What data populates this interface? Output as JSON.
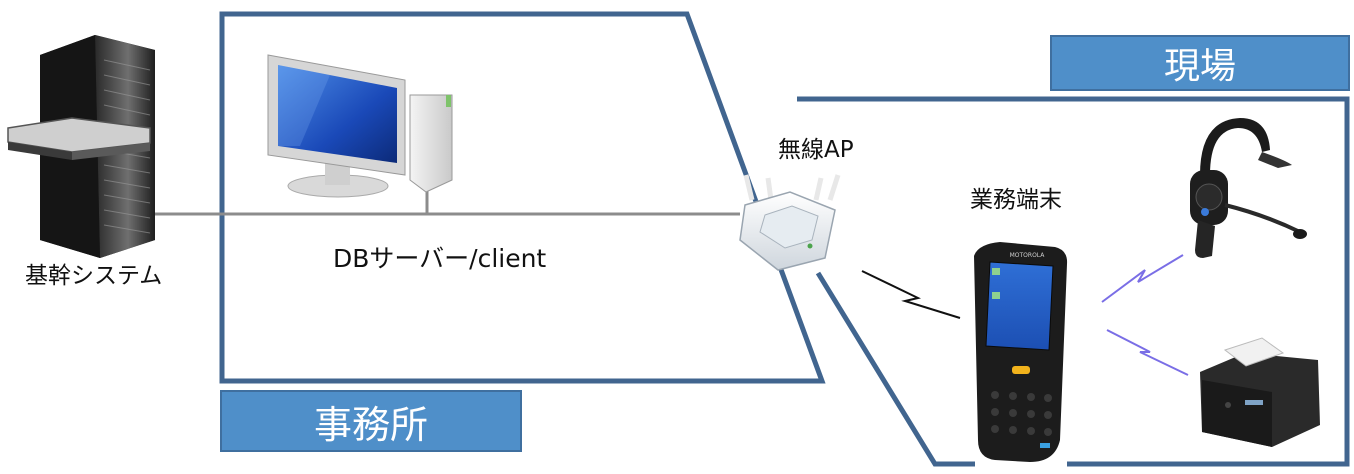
{
  "labels": {
    "office": "事務所",
    "field": "現場",
    "core_system": "基幹システム",
    "db_server": "DBサーバー/client",
    "wireless_ap": "無線AP",
    "business_terminal": "業務端末",
    "terminal_brand": "MOTOROLA"
  },
  "colors": {
    "zone_border": "#41658f",
    "badge_fill": "#4f8fc9",
    "network_line": "#8c8c8c",
    "wireless_signal": "#7a6ee6",
    "wireless_link": "#111111"
  },
  "icons": {
    "server": "server-rack-icon",
    "pc": "desktop-pc-icon",
    "ap": "wireless-access-point-icon",
    "terminal": "handheld-terminal-icon",
    "headset": "headset-icon",
    "printer": "mobile-printer-icon"
  }
}
